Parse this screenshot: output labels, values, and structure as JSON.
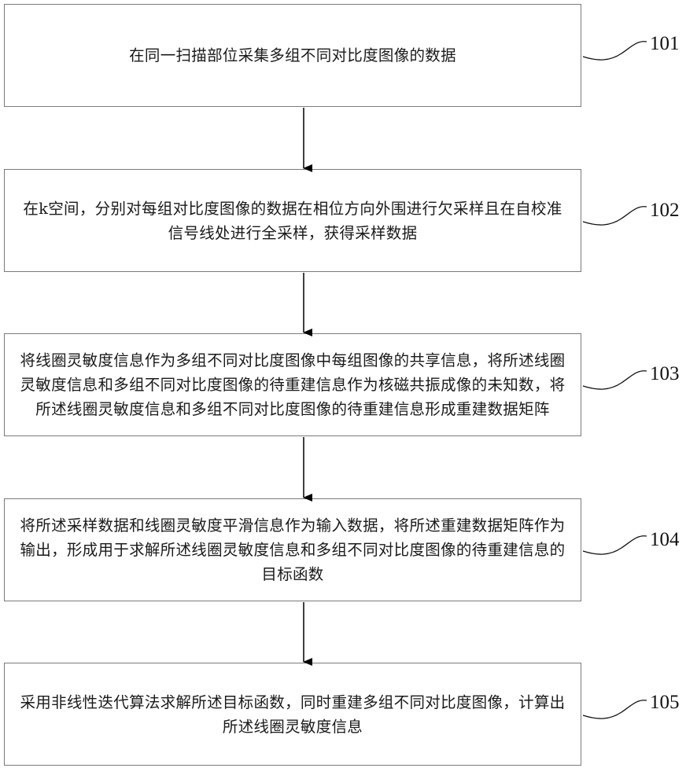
{
  "diagram": {
    "type": "flowchart",
    "steps": [
      {
        "id": "101",
        "text": "在同一扫描部位采集多组不同对比度图像的数据"
      },
      {
        "id": "102",
        "text": "在k空间，分别对每组对比度图像的数据在相位方向外围进行欠采样且在自校准信号线处进行全采样，获得采样数据"
      },
      {
        "id": "103",
        "text": "将线圈灵敏度信息作为多组不同对比度图像中每组图像的共享信息，将所述线圈灵敏度信息和多组不同对比度图像的待重建信息作为核磁共振成像的未知数，将所述线圈灵敏度信息和多组不同对比度图像的待重建信息形成重建数据矩阵"
      },
      {
        "id": "104",
        "text": "将所述采样数据和线圈灵敏度平滑信息作为输入数据，将所述重建数据矩阵作为输出，形成用于求解所述线圈灵敏度信息和多组不同对比度图像的待重建信息的目标函数"
      },
      {
        "id": "105",
        "text": "采用非线性迭代算法求解所述目标函数，同时重建多组不同对比度图像，计算出所述线圈灵敏度信息"
      }
    ],
    "colors": {
      "border": "#7a7a7a",
      "arrow": "#000000",
      "text": "#1a1a1a"
    }
  }
}
